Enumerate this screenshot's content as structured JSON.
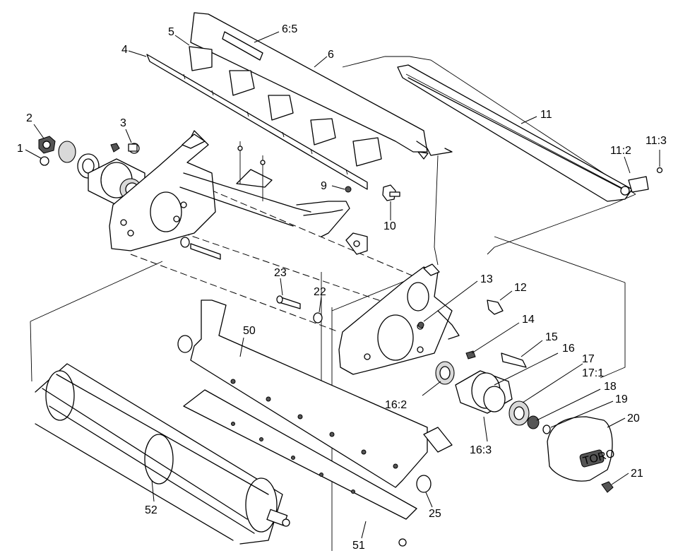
{
  "callouts": {
    "c1": "1",
    "c2": "2",
    "c3": "3",
    "c4": "4",
    "c5": "5",
    "c6_5": "6:5",
    "c6": "6",
    "c9": "9",
    "c10": "10",
    "c11": "11",
    "c11_2": "11:2",
    "c11_3": "11:3",
    "c12": "12",
    "c13": "13",
    "c14": "14",
    "c15": "15",
    "c16": "16",
    "c16_2": "16:2",
    "c16_3": "16:3",
    "c17": "17",
    "c17_1": "17:1",
    "c18": "18",
    "c19": "19",
    "c20": "20",
    "c21": "21",
    "c22": "22",
    "c23": "23",
    "c25": "25",
    "c50": "50",
    "c51": "51",
    "c52": "52"
  },
  "labels": {
    "cover_brand": "TORO"
  }
}
